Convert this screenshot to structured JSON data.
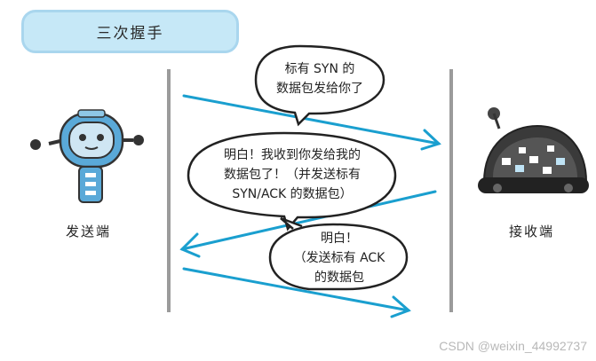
{
  "title": "三次握手",
  "sender": {
    "label": "发送端"
  },
  "receiver": {
    "label": "接收端"
  },
  "messages": [
    {
      "lines": [
        "标有 SYN 的",
        "数据包发给你了"
      ]
    },
    {
      "lines": [
        "明白！我收到你发给我的",
        "数据包了！（并发送标有",
        "SYN/ACK 的数据包）"
      ]
    },
    {
      "lines": [
        "明白！",
        "（发送标有 ACK",
        "的数据包"
      ]
    }
  ],
  "watermark": "CSDN @weixin_44992737",
  "colors": {
    "arrow": "#1a9fcf",
    "title_bg": "#c6e8f7",
    "divider": "#9b9b9b",
    "robot_blue": "#5aa9d8",
    "robot_dark": "#333333"
  }
}
